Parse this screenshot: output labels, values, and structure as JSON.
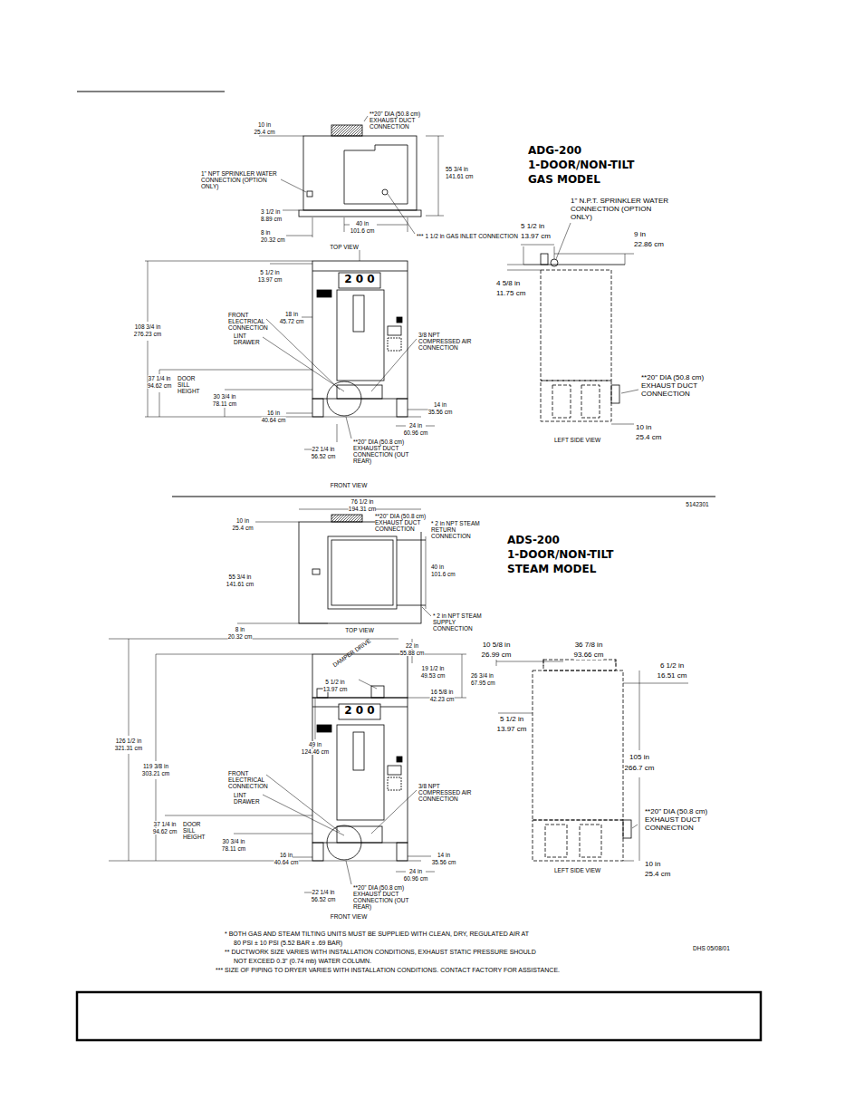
{
  "diagram": {
    "labels": [
      "10 in",
      "25.4 cm",
      "**20\" DIA (50.8 cm) EXHAUST DUCT CONNECTION",
      "1\" NPT SPRINKLER WATER CONNECTION (OPTION ONLY)",
      "55 3/4 in",
      "141.61 cm",
      "3 1/2 in",
      "8.89 cm",
      "8 in",
      "20.32 cm",
      "40 in",
      "101.6 cm",
      "*** 1 1/2 in GAS INLET CONNECTION",
      "TOP VIEW",
      "ADG-200",
      "1-DOOR/NON-TILT",
      "GAS MODEL",
      "1\" N.P.T. SPRINKLER WATER CONNECTION (OPTION ONLY)",
      "5 1/2 in",
      "13.97 cm",
      "9 in",
      "22.86 cm",
      "4 5/8 in",
      "11.75 cm",
      "**20\" DIA (50.8 cm) EXHAUST DUCT CONNECTION",
      "10 in",
      "25.4 cm",
      "LEFT SIDE VIEW",
      "2 0 0",
      "5 1/2 in",
      "13.97 cm",
      "18 in",
      "45.72 cm",
      "FRONT ELECTRICAL CONNECTION",
      "LINT DRAWER",
      "108 3/4 in",
      "276.23 cm",
      "3/8 NPT COMPRESSED AIR CONNECTION",
      "37 1/4 in",
      "94.62 cm",
      "DOOR SILL HEIGHT",
      "30 3/4 in",
      "78.11 cm",
      "16 in",
      "40.64 cm",
      "14 in",
      "35.56 cm",
      "24 in",
      "60.96 cm",
      "22 1/4 in",
      "56.52 cm",
      "**20\" DIA (50.8 cm) EXHAUST DUCT CONNECTION (OUT REAR)",
      "FRONT VIEW",
      "5142301",
      "76 1/2 in",
      "194.31 cm",
      "**20\" DIA (50.8 cm) EXHAUST DUCT CONNECTION",
      "* 2 in NPT STEAM RETURN CONNECTION",
      "10 in",
      "25.4 cm",
      "ADS-200",
      "1-DOOR/NON-TILT",
      "STEAM MODEL",
      "55 3/4 in",
      "141.61 cm",
      "40 in",
      "101.6 cm",
      "* 2 in NPT STEAM SUPPLY CONNECTION",
      "8 in",
      "20.32 cm",
      "TOP VIEW",
      "22 in",
      "55.88 cm",
      "19 1/2 in",
      "49.53 cm",
      "26 3/4 in",
      "67.95 cm",
      "16 5/8 in",
      "42.23 cm",
      "5 1/2 in",
      "13.97 cm",
      "DAMPER DRIVE",
      "2 0 0",
      "49 in",
      "124.46 cm",
      "126 1/2 in",
      "321.31 cm",
      "FRONT ELECTRICAL CONNECTION",
      "LINT DRAWER",
      "119 3/8 in",
      "303.21 cm",
      "3/8 NPT COMPRESSED AIR CONNECTION",
      "37 1/4 in",
      "94.62 cm",
      "DOOR SILL HEIGHT",
      "30 3/4 in",
      "78.11 cm",
      "16 in",
      "40.64 cm",
      "14 in",
      "35.56 cm",
      "24 in",
      "60.96 cm",
      "22 1/4 in",
      "56.52 cm",
      "**20\" DIA (50.8 cm) EXHAUST DUCT CONNECTION (OUT REAR)",
      "FRONT VIEW",
      "10 5/8 in",
      "26.99 cm",
      "36 7/8 in",
      "93.66 cm",
      "6 1/2 in",
      "16.51 cm",
      "5 1/2 in",
      "13.97 cm",
      "105 in",
      "266.7 cm",
      "**20\" DIA (50.8 cm) EXHAUST DUCT CONNECTION",
      "10 in",
      "25.4 cm",
      "LEFT SIDE VIEW",
      "* BOTH GAS AND STEAM TILTING UNITS MUST BE SUPPLIED WITH CLEAN, DRY, REGULATED AIR AT",
      "80 PSI ± 10 PSI (5.52 BAR ± .69 BAR)",
      "** DUCTWORK SIZE VARIES WITH INSTALLATION CONDITIONS, EXHAUST STATIC PRESSURE SHOULD",
      "NOT EXCEED 0.3\" (0.74 mb) WATER COLUMN.",
      "*** SIZE OF PIPING TO DRYER VARIES WITH INSTALLATION CONDITIONS. CONTACT FACTORY FOR ASSISTANCE.",
      "DHS 05/08/01"
    ]
  }
}
